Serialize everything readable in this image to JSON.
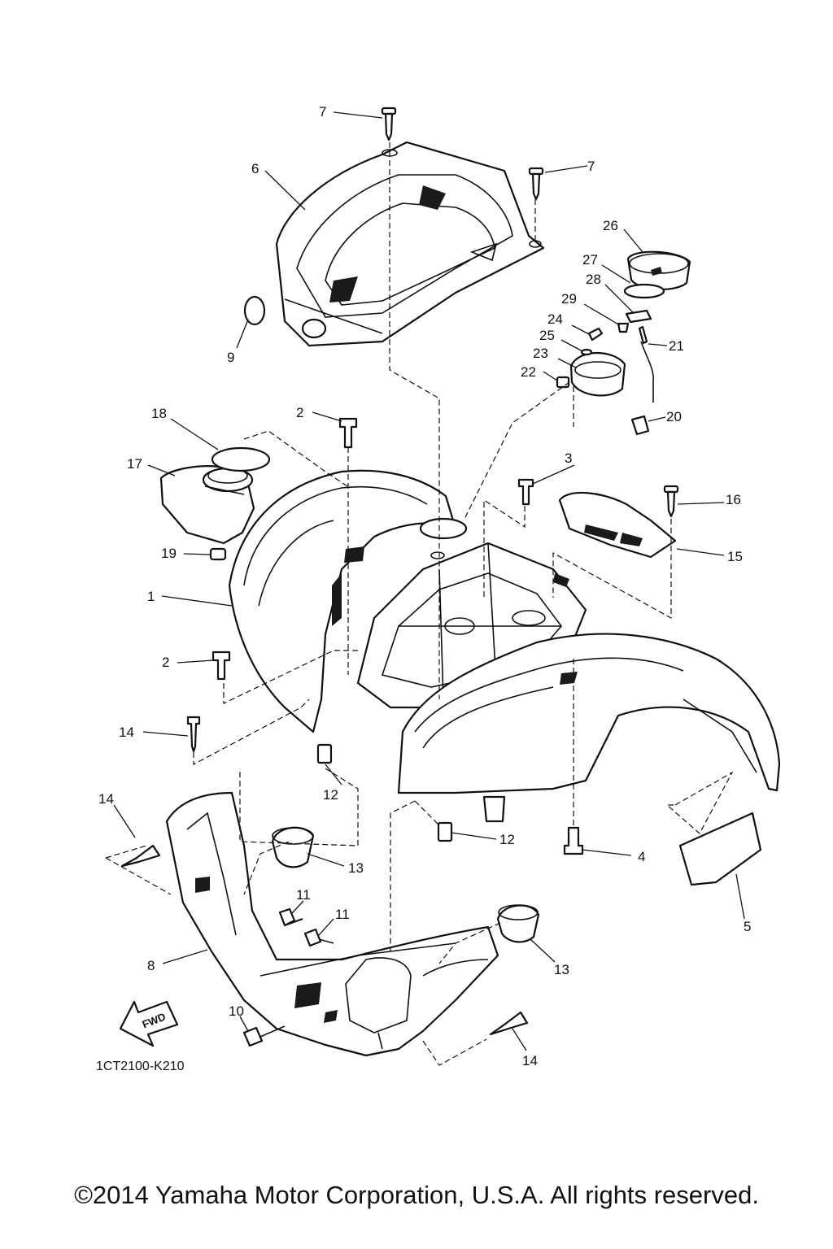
{
  "diagram": {
    "callouts": {
      "c1": "1",
      "c2a": "2",
      "c2b": "2",
      "c3": "3",
      "c4": "4",
      "c5": "5",
      "c6": "6",
      "c7a": "7",
      "c7b": "7",
      "c8": "8",
      "c9": "9",
      "c10": "10",
      "c11a": "11",
      "c11b": "11",
      "c12a": "12",
      "c12b": "12",
      "c13a": "13",
      "c13b": "13",
      "c14a": "14",
      "c14b": "14",
      "c14c": "14",
      "c15": "15",
      "c16": "16",
      "c17": "17",
      "c18": "18",
      "c19": "19",
      "c20": "20",
      "c21": "21",
      "c22": "22",
      "c23": "23",
      "c24": "24",
      "c25": "25",
      "c26": "26",
      "c27": "27",
      "c28": "28",
      "c29": "29"
    },
    "fwd_label": "FWD",
    "drawing_code": "1CT2100-K210"
  },
  "footer": {
    "copyright": "©2014 Yamaha Motor Corporation, U.S.A. All rights reserved."
  }
}
